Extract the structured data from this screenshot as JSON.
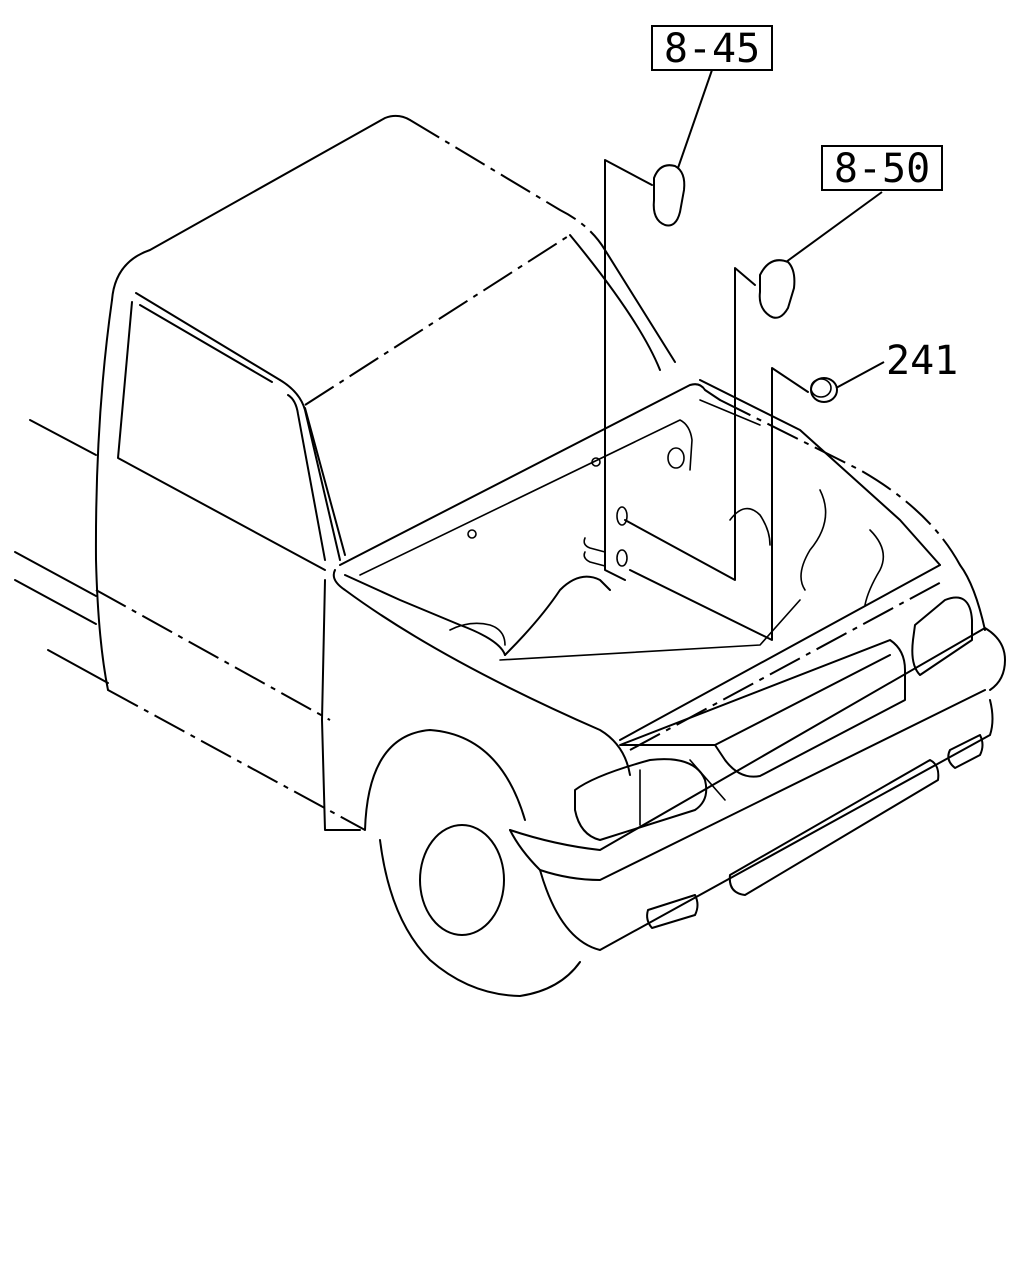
{
  "callouts": {
    "c1": {
      "label": "8-45"
    },
    "c2": {
      "label": "8-50"
    },
    "c3": {
      "label": "241"
    }
  },
  "colors": {
    "line": "#000000",
    "background": "#ffffff"
  }
}
